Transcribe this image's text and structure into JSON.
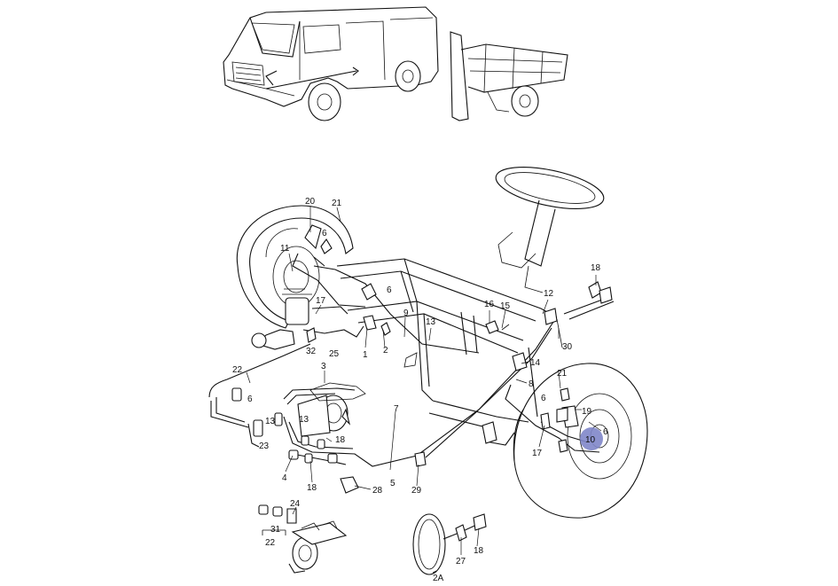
{
  "diagram": {
    "labels": {
      "l20": "20",
      "l21a": "21",
      "l6a": "6",
      "l11": "11",
      "l17a": "17",
      "l6b": "6",
      "l9": "9",
      "l13a": "13",
      "l16": "16",
      "l15": "15",
      "l12": "12",
      "l18a": "18",
      "l25": "25",
      "l32": "32",
      "l1": "1",
      "l2": "2",
      "l3": "3",
      "l30": "30",
      "l14": "14",
      "l21b": "21",
      "l8": "8",
      "l22a": "22",
      "l6c": "6",
      "l13b": "13",
      "l13c": "13",
      "l23": "23",
      "l7": "7",
      "l18b": "18",
      "l5": "5",
      "l4": "4",
      "l18c": "18",
      "l28": "28",
      "l29": "29",
      "l6d": "6",
      "l19": "19",
      "l6e": "6",
      "l10": "10",
      "l17b": "17",
      "l24": "24",
      "l31": "31",
      "l22b": "22",
      "l27": "27",
      "l18d": "18",
      "l2A": "2A"
    },
    "highlight_color": "#7f86c9"
  }
}
